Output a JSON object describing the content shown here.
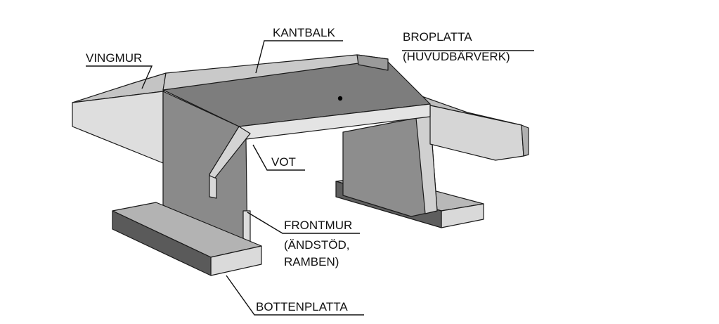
{
  "labels": {
    "vingmur": "VINGMUR",
    "kantbalk": "KANTBALK",
    "broplatta_1": "BROPLATTA",
    "broplatta_2": "(HUVUDBÄRVERK)",
    "vot": "VOT",
    "frontmur_1": "FRONTMUR",
    "frontmur_2": "(ÄNDSTÖD,",
    "frontmur_3": "RAMBEN)",
    "bottenplatta": "BOTTENPLATTA"
  },
  "colors": {
    "deck_top": "#7a7a7a",
    "light_face": "#dcdcdc",
    "mid_face": "#b5b5b5",
    "wall_face": "#8f8f8f",
    "dark_face": "#6f6f6f",
    "rim": "#efefef"
  }
}
